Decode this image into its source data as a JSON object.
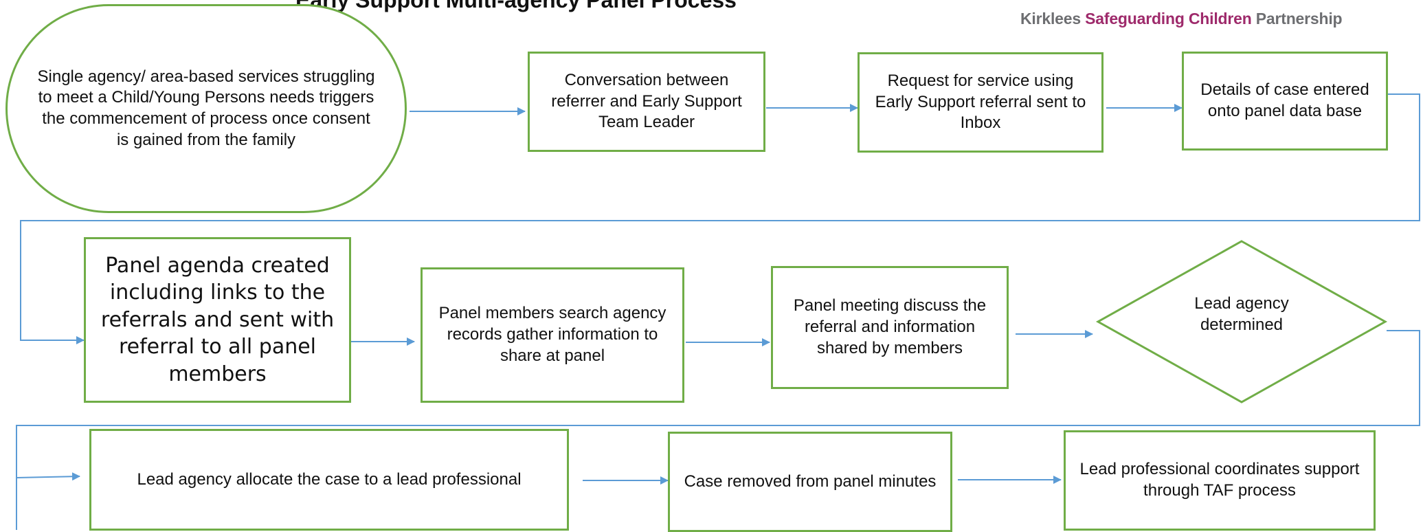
{
  "header": {
    "title": "Early Support Multi-agency Panel Process",
    "logo": {
      "part1": "Kirklees",
      "part2": "Safeguarding Children",
      "part3": "Partnership",
      "accent_color": "#9e2a6b",
      "text_color": "#6d6e71"
    }
  },
  "colors": {
    "box_border": "#70ad47",
    "connector": "#5b9bd5"
  },
  "steps": {
    "s1": "Single agency/ area-based services struggling to meet a Child/Young Persons needs triggers the commencement of process once consent is gained from the family",
    "s2": "Conversation between referrer and Early Support Team Leader",
    "s3": "Request for service using Early Support referral sent to Inbox",
    "s4": "Details of case entered onto panel data base",
    "s5": "Panel agenda created including links to the referrals and sent with referral to all panel members",
    "s6": "Panel members search agency records gather information to share at panel",
    "s7": "Panel meeting discuss the referral and information shared by members",
    "s8": "Lead agency determined",
    "s9": "Lead agency allocate the case to a lead professional",
    "s10": "Case removed from panel minutes",
    "s11": "Lead professional coordinates support through TAF process"
  }
}
